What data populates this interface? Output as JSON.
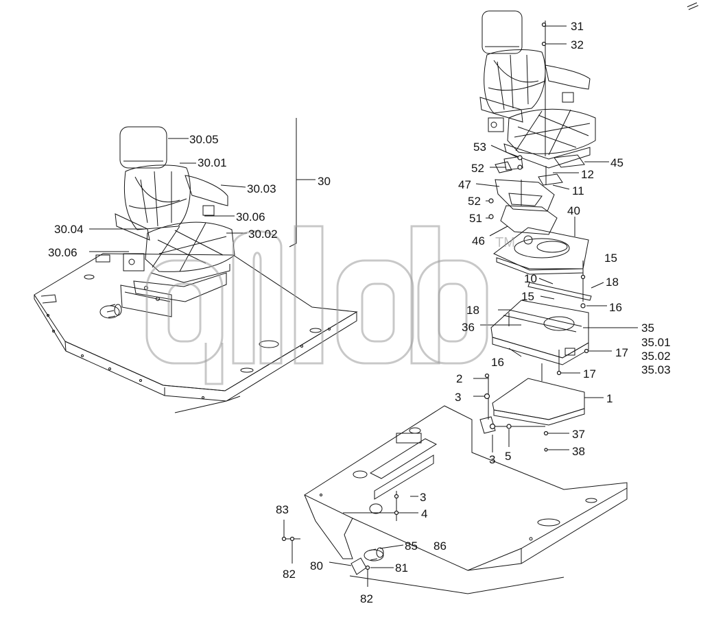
{
  "watermark": {
    "tm": "TM"
  },
  "callouts": {
    "c3005": "30.05",
    "c3001": "30.01",
    "c3003": "30.03",
    "c30": "30",
    "c3006a": "30.06",
    "c3004": "30.04",
    "c3002": "30.02",
    "c3006b": "30.06",
    "c31": "31",
    "c32": "32",
    "c53": "53",
    "c52a": "52",
    "c45": "45",
    "c12": "12",
    "c47": "47",
    "c11": "11",
    "c52b": "52",
    "c40": "40",
    "c51": "51",
    "c46": "46",
    "c15a": "15",
    "c10": "10",
    "c18a": "18",
    "c15b": "15",
    "c18b": "18",
    "c16a": "16",
    "c35": "35",
    "c36": "36",
    "c3501": "35.01",
    "c17a": "17",
    "c3502": "35.02",
    "c16b": "16",
    "c3503": "35.03",
    "c17b": "17",
    "c2": "2",
    "c3a": "3",
    "c1": "1",
    "c37": "37",
    "c3b": "3",
    "c5": "5",
    "c38": "38",
    "c3c": "3",
    "c83": "83",
    "c4": "4",
    "c85": "85",
    "c86": "86",
    "c80": "80",
    "c81": "81",
    "c82a": "82",
    "c82b": "82"
  }
}
